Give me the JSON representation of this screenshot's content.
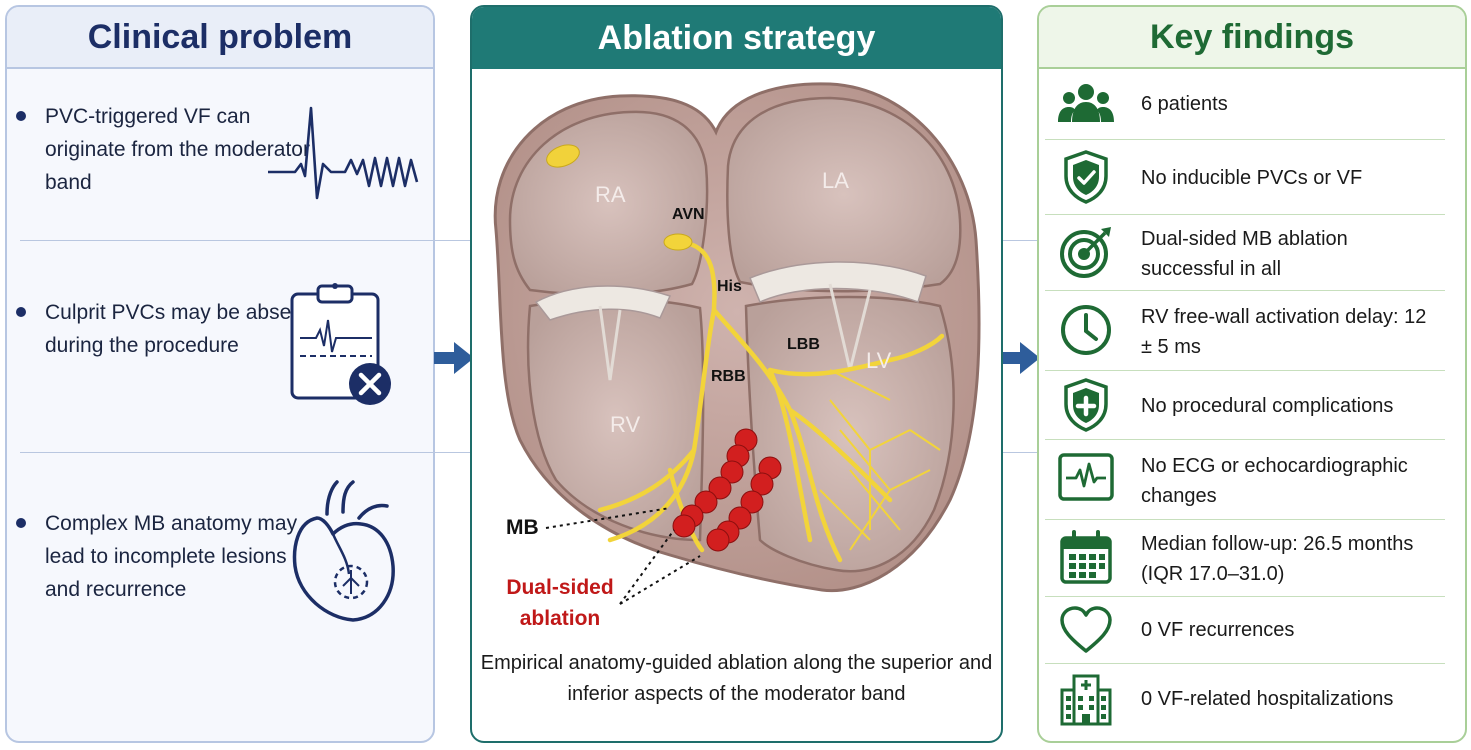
{
  "panels": {
    "clinical": {
      "title": "Clinical problem",
      "items": [
        {
          "text": "PVC-triggered VF can originate from the moderator band",
          "icon": "ecg-vf-icon"
        },
        {
          "text": "Culprit PVCs may be absent during the procedure",
          "icon": "clipboard-x-icon"
        },
        {
          "text": "Complex MB anatomy may lead to incomplete lesions and recurrence",
          "icon": "heart-outline-icon"
        }
      ]
    },
    "strategy": {
      "title": "Ablation strategy",
      "labels": {
        "ra": "RA",
        "la": "LA",
        "rv": "RV",
        "lv": "LV",
        "avn": "AVN",
        "his": "His",
        "lbb": "LBB",
        "rbb": "RBB",
        "mb": "MB",
        "dual": "Dual-sided ablation"
      },
      "caption": "Empirical anatomy-guided ablation along the superior and inferior aspects of the moderator band"
    },
    "findings": {
      "title": "Key findings",
      "items": [
        {
          "text": "6 patients",
          "icon": "patients-icon"
        },
        {
          "text": "No inducible PVCs or VF",
          "icon": "shield-check-icon"
        },
        {
          "text": "Dual-sided MB ablation successful in all",
          "icon": "target-icon"
        },
        {
          "text": "RV free-wall activation delay: 12 ± 5 ms",
          "icon": "clock-icon"
        },
        {
          "text": "No procedural complications",
          "icon": "shield-plus-icon"
        },
        {
          "text": "No ECG or echocardiographic changes",
          "icon": "ecg-monitor-icon"
        },
        {
          "text": "Median follow-up: 26.5 months (IQR 17.0–31.0)",
          "icon": "calendar-icon"
        },
        {
          "text": "0 VF recurrences",
          "icon": "heart-icon"
        },
        {
          "text": "0 VF-related hospitalizations",
          "icon": "hospital-icon"
        }
      ]
    }
  },
  "colors": {
    "navy": "#1c2e66",
    "teal": "#1f7a76",
    "green": "#1e6a34",
    "ablation_red": "#d21f1f",
    "conduction_yellow": "#f2d43a",
    "arrow_blue": "#2e5d9b"
  }
}
